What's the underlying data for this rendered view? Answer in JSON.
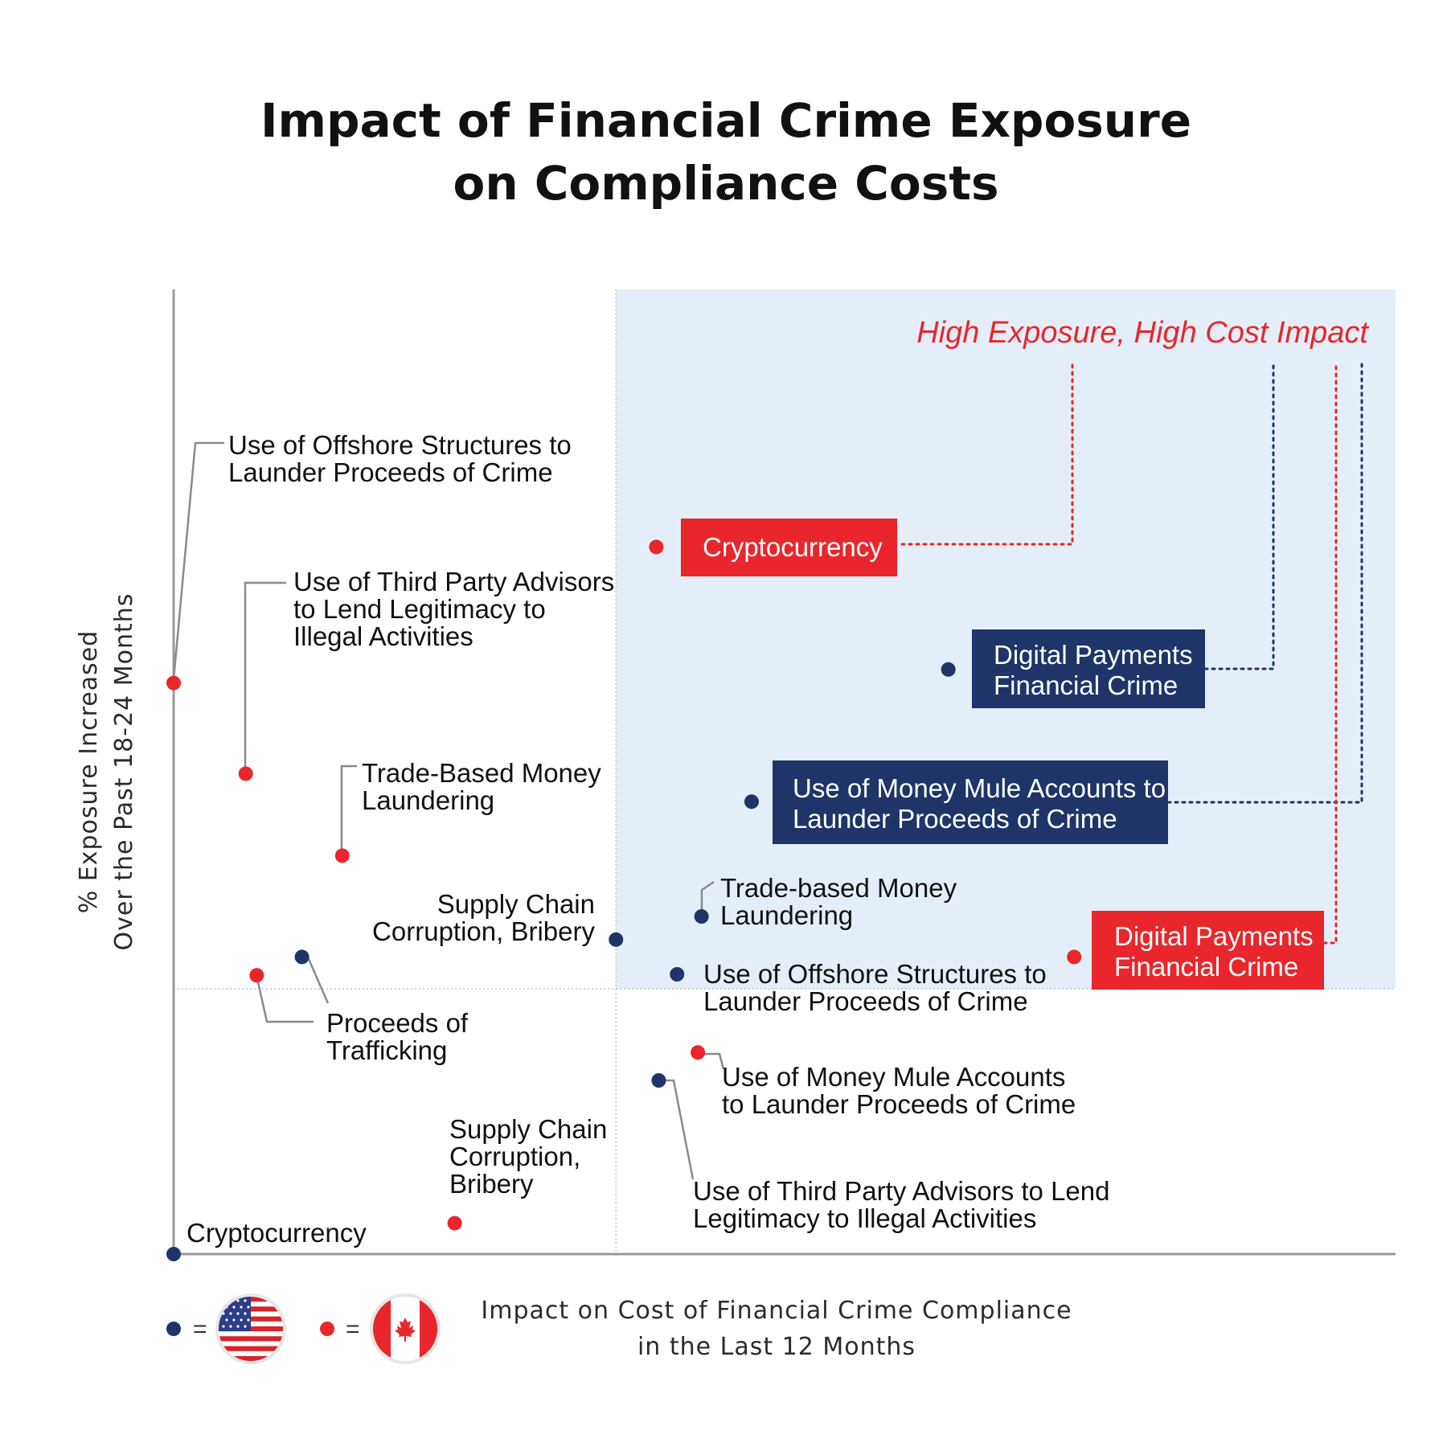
{
  "chart_data": {
    "type": "scatter",
    "title_lines": [
      "Impact of Financial Crime Exposure",
      "on Compliance Costs"
    ],
    "xlabel_lines": [
      "Impact on Cost of Financial Crime Compliance",
      "in the Last 12 Months"
    ],
    "ylabel_lines": [
      "% Exposure Increased",
      "Over the Past 18-24 Months"
    ],
    "quadrant_label": "High Exposure, High Cost Impact",
    "grid": false,
    "colors": {
      "us": "#1f3468",
      "canada": "#e8262c",
      "quadrant_bg": "#e4eef8",
      "axis": "#999999"
    },
    "legend": {
      "placement": "bottom-left",
      "equals": "=",
      "entries": [
        {
          "series": "us",
          "icon": "us-flag-icon"
        },
        {
          "series": "canada",
          "icon": "canada-flag-icon"
        }
      ]
    },
    "series": [
      {
        "key": "us",
        "points": [
          {
            "lines": [
              "Cryptocurrency"
            ],
            "x": 0.0,
            "y": 0.0
          },
          {
            "lines": [
              "Proceeds of",
              "Trafficking"
            ],
            "x": 0.105,
            "y": 0.308
          },
          {
            "lines": [
              "Supply Chain",
              "Corruption, Bribery"
            ],
            "x": 0.362,
            "y": 0.326
          },
          {
            "lines": [
              "Trade-based Money",
              "Laundering"
            ],
            "x": 0.432,
            "y": 0.35
          },
          {
            "lines": [
              "Use of Offshore Structures to",
              "Launder Proceeds of Crime"
            ],
            "x": 0.412,
            "y": 0.29
          },
          {
            "lines": [
              "Use of Third Party Advisors to Lend",
              "Legitimacy to Illegal Activities"
            ],
            "x": 0.397,
            "y": 0.18
          },
          {
            "lines": [
              "Use of Money Mule Accounts to",
              "Launder Proceeds of Crime"
            ],
            "x": 0.473,
            "y": 0.469,
            "highlight": true
          },
          {
            "lines": [
              "Digital Payments",
              "Financial Crime"
            ],
            "x": 0.634,
            "y": 0.606,
            "highlight": true
          }
        ]
      },
      {
        "key": "canada",
        "points": [
          {
            "lines": [
              "Use of Offshore Structures to",
              "Launder Proceeds of Crime"
            ],
            "x": 0.0,
            "y": 0.592
          },
          {
            "lines": [
              "Use of Third Party Advisors",
              "to Lend Legitimacy to",
              "Illegal Activities"
            ],
            "x": 0.059,
            "y": 0.498
          },
          {
            "lines": [
              "Trade-Based Money",
              "Laundering"
            ],
            "x": 0.138,
            "y": 0.413
          },
          {
            "lines": [
              "Proceeds of",
              "Trafficking"
            ],
            "x": 0.068,
            "y": 0.289
          },
          {
            "lines": [
              "Supply Chain",
              "Corruption,",
              "Bribery"
            ],
            "x": 0.23,
            "y": 0.032
          },
          {
            "lines": [
              "Use of Money Mule Accounts",
              "to Launder Proceeds of Crime"
            ],
            "x": 0.429,
            "y": 0.209
          },
          {
            "lines": [
              "Cryptocurrency"
            ],
            "x": 0.395,
            "y": 0.733,
            "highlight": true
          },
          {
            "lines": [
              "Digital Payments",
              "Financial Crime"
            ],
            "x": 0.737,
            "y": 0.308,
            "highlight": true
          }
        ]
      }
    ]
  }
}
